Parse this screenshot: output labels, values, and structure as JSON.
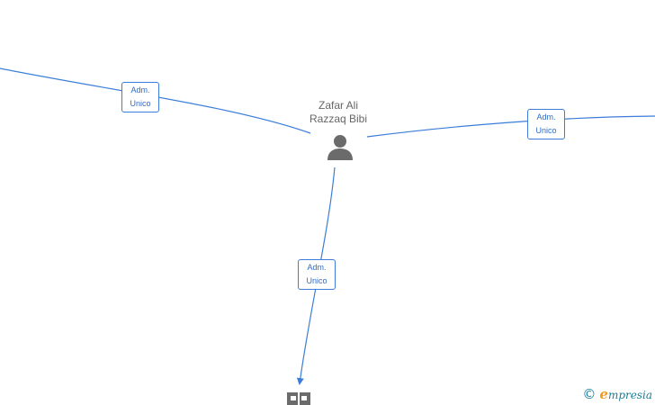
{
  "person": {
    "name_line1": "Zafar Ali",
    "name_line2": "Razzaq Bibi",
    "icon": "person-silhouette-icon"
  },
  "relations": [
    {
      "role_line1": "Adm.",
      "role_line2": "Unico"
    },
    {
      "role_line1": "Adm.",
      "role_line2": "Unico"
    },
    {
      "role_line1": "Adm.",
      "role_line2": "Unico"
    }
  ],
  "company": {
    "icon": "building-icon"
  },
  "watermark": {
    "copyright_symbol": "©",
    "brand_initial": "e",
    "brand_rest": "mpresia"
  },
  "colors": {
    "edge": "#3b7dd8",
    "node_icon": "#6b6b6b",
    "label_text": "#666666",
    "brand_teal": "#1a7d95",
    "brand_orange": "#f39a1e"
  }
}
